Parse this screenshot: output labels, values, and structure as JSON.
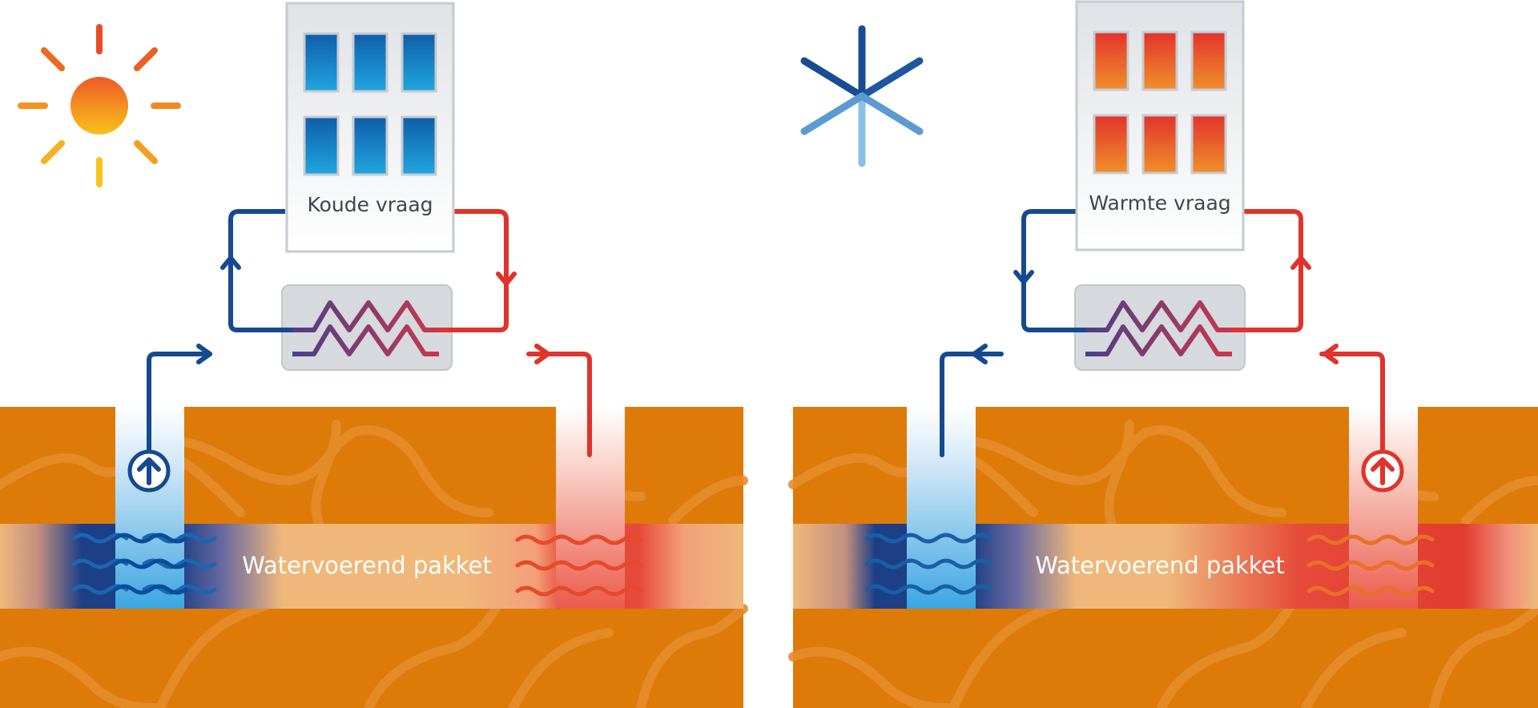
{
  "panels": {
    "summer": {
      "season_icon": "sun-icon",
      "building_label": "Koude vraag",
      "aquifer_label": "Watervoerend pakket",
      "window_color": "cold",
      "pump_well": "cold-well"
    },
    "winter": {
      "season_icon": "snowflake-icon",
      "building_label": "Warmte vraag",
      "aquifer_label": "Watervoerend pakket",
      "window_color": "warm",
      "pump_well": "warm-well"
    }
  },
  "colors": {
    "cold": "#154a91",
    "cold_light": "#1aa0e0",
    "warm": "#e0332b",
    "warm_light": "#f28a3c",
    "mixed": "#7a3a6e",
    "ground": "#dd7a08",
    "aquifer": "#efb87a",
    "exchanger": "#d6d9dd",
    "building": "#f3f4f6",
    "sun": "#f08a1c",
    "snow": "#2c6fb4"
  }
}
